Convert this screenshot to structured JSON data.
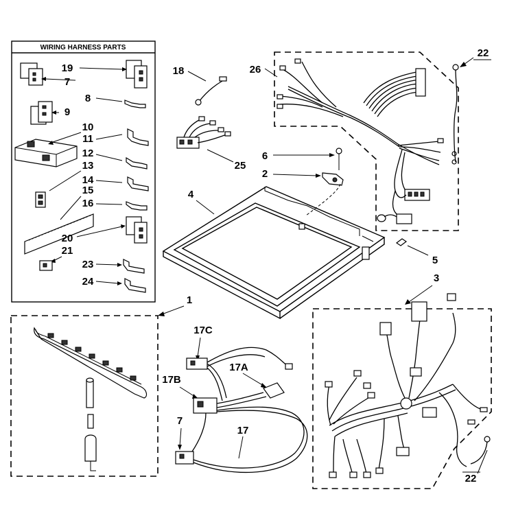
{
  "panel": {
    "title": "WIRING HARNESS PARTS"
  },
  "callouts": {
    "c19": "19",
    "c7a": "7",
    "c8": "8",
    "c9": "9",
    "c10": "10",
    "c11": "11",
    "c12": "12",
    "c13": "13",
    "c14": "14",
    "c15": "15",
    "c16": "16",
    "c20": "20",
    "c21": "21",
    "c23": "23",
    "c24": "24",
    "c18": "18",
    "c25": "25",
    "c26": "26",
    "c22a": "22",
    "c6": "6",
    "c2": "2",
    "c4": "4",
    "c5": "5",
    "c3": "3",
    "c1": "1",
    "c17c": "17C",
    "c17a": "17A",
    "c17b": "17B",
    "c7b": "7",
    "c17": "17",
    "c22b": "22"
  }
}
